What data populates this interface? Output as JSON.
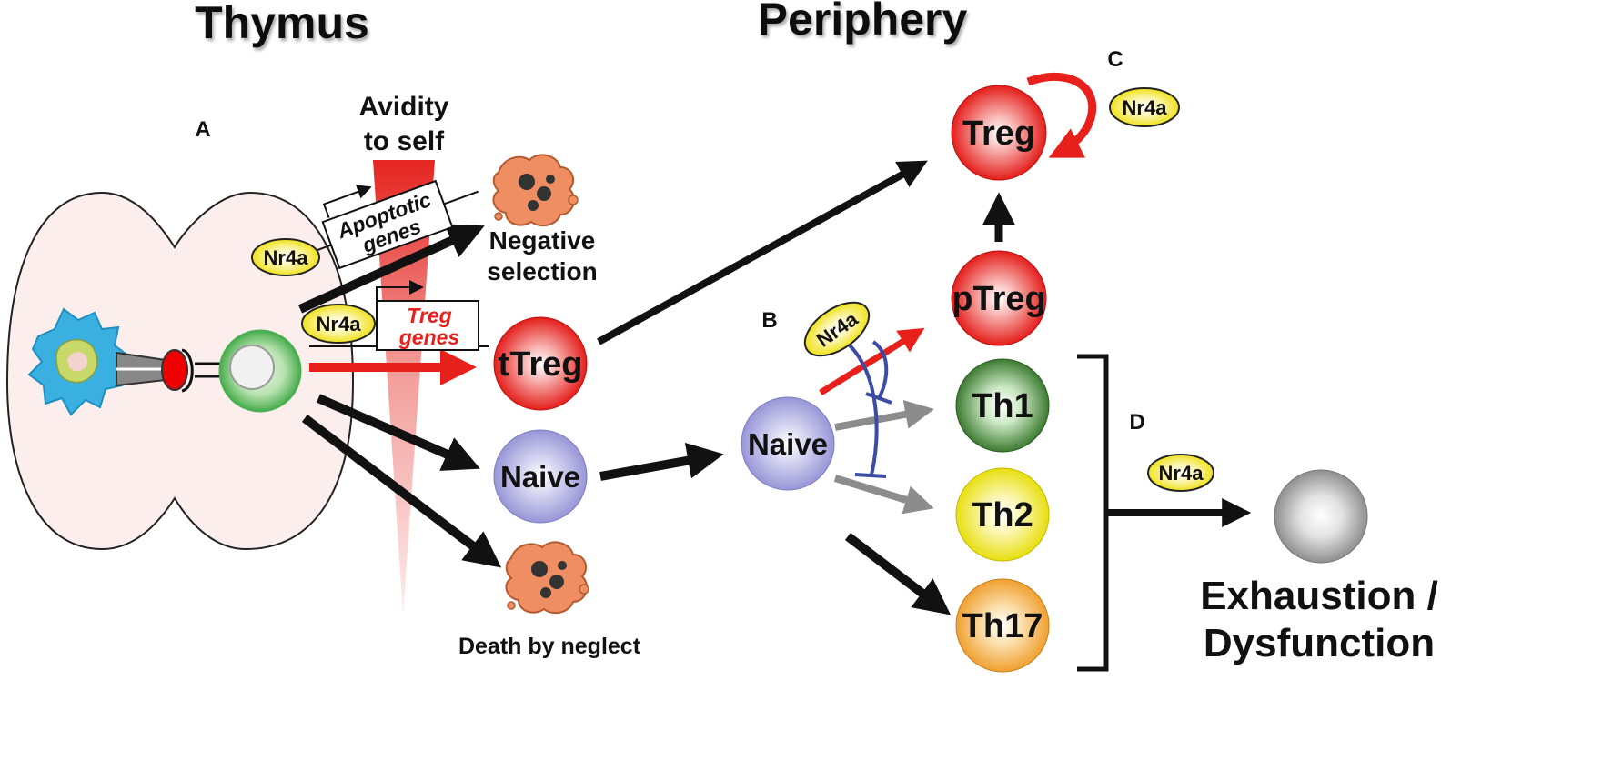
{
  "headings": {
    "left": "Thymus",
    "right": "Periphery"
  },
  "panel_letters": {
    "a": "A",
    "b": "B",
    "c": "C",
    "d": "D"
  },
  "avidity": {
    "line1": "Avidity",
    "line2": "to self"
  },
  "gene_boxes": {
    "apoptotic_line1": "Apoptotic",
    "apoptotic_line2": "genes",
    "treg_line1": "Treg",
    "treg_line2": "genes"
  },
  "factor": "Nr4a",
  "cells": {
    "ttreg": "tTreg",
    "naive_thymus": "Naive",
    "naive_periphery": "Naive",
    "treg": "Treg",
    "ptreg": "pTreg",
    "th1": "Th1",
    "th2": "Th2",
    "th17": "Th17"
  },
  "outcomes": {
    "negative_line1": "Negative",
    "negative_line2": "selection",
    "neglect": "Death by neglect",
    "exhaustion_line1": "Exhaustion /",
    "exhaustion_line2": "Dysfunction"
  },
  "colors": {
    "thymus_fill": "#fdeeee",
    "red_cell": "#e8201c",
    "naive_cell": "#9d9bd8",
    "th1": "#3b7a30",
    "th2": "#efe51e",
    "th17": "#f0a030",
    "apc": "#3ab0e0",
    "green_cell": "#5cb85c",
    "nr4a_oval": "#f5ea3a",
    "inhibition": "#3b4ba6",
    "gray_arrow": "#8c8c8c"
  }
}
